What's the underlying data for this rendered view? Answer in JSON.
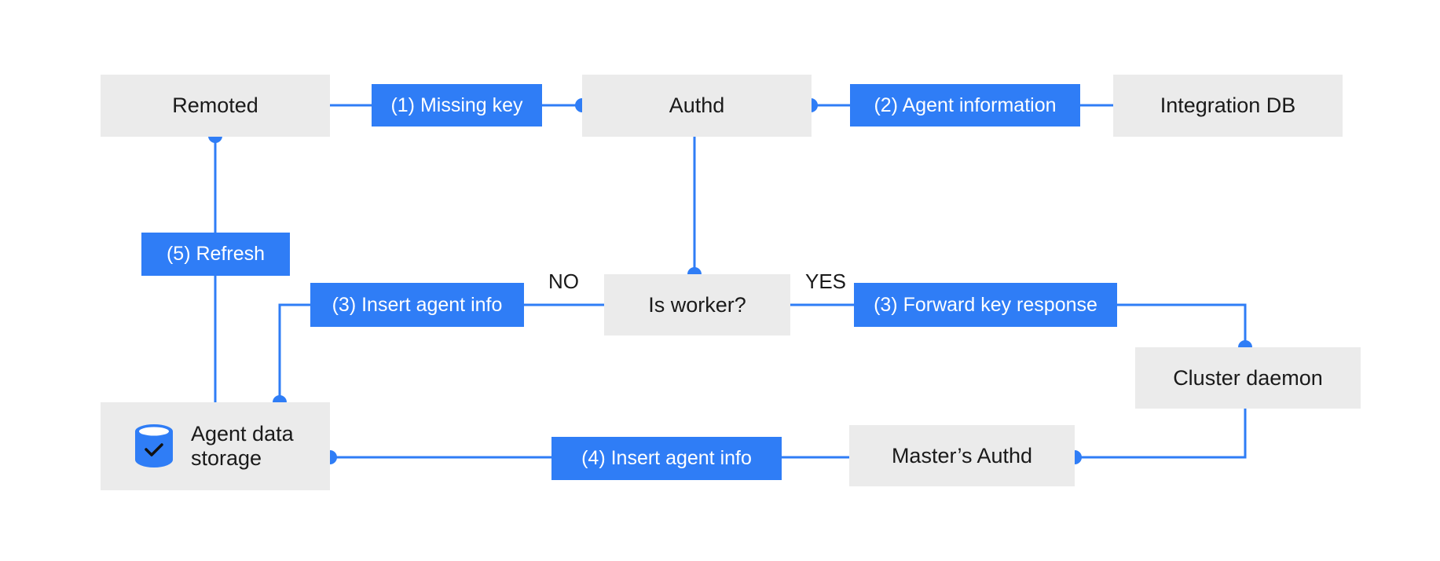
{
  "colors": {
    "accent": "#2f7df6",
    "node_fill": "#ebebeb",
    "text": "#1a1a1a"
  },
  "nodes": {
    "remoted": "Remoted",
    "authd": "Authd",
    "integration_db": "Integration DB",
    "is_worker": "Is worker?",
    "cluster_daemon": "Cluster daemon",
    "masters_authd": "Master’s Authd",
    "agent_storage_line1": "Agent data",
    "agent_storage_line2": "storage",
    "agent_storage_icon": "database-check-icon"
  },
  "edge_labels": {
    "missing_key": "(1) Missing key",
    "agent_information": "(2) Agent information",
    "insert_agent_info_3": "(3) Insert agent info",
    "forward_key_response": "(3) Forward key response",
    "insert_agent_info_4": "(4) Insert agent info",
    "refresh": "(5) Refresh"
  },
  "branches": {
    "no": "NO",
    "yes": "YES"
  }
}
